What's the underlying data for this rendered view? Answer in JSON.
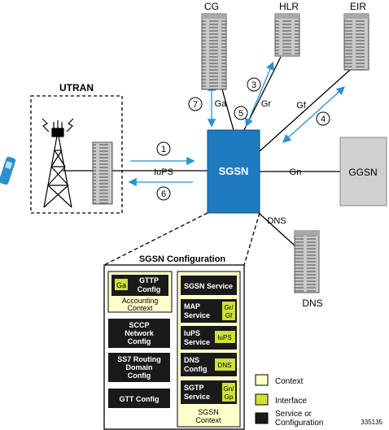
{
  "nodes": {
    "cg": "CG",
    "hlr": "HLR",
    "eir": "EIR",
    "utran": "UTRAN",
    "sgsn": "SGSN",
    "ggsn": "GGSN",
    "dns": "DNS"
  },
  "interfaces": {
    "ga": "Ga",
    "gr": "Gr",
    "gf": "Gf",
    "iups": "IuPS",
    "gn": "Gn",
    "dns": "DNS"
  },
  "steps": [
    "1",
    "3",
    "4",
    "5",
    "6",
    "7"
  ],
  "config": {
    "title": "SGSN Configuration",
    "accounting_tag": "Ga",
    "gttp_line1": "GTTP",
    "gttp_line2": "Config",
    "accounting_line1": "Accounting",
    "accounting_line2": "Context",
    "sccp_line1": "SCCP",
    "sccp_line2": "Network",
    "sccp_line3": "Config",
    "ss7_line1": "SS7 Routing",
    "ss7_line2": "Domain",
    "ss7_line3": "Config",
    "gtt": "GTT Config",
    "sgsn_service": "SGSN Service",
    "map_line1": "MAP",
    "map_line2": "Service",
    "map_tag1": "Gr/",
    "map_tag2": "Gf",
    "iups_line1": "IuPS",
    "iups_line2": "Service",
    "iups_tag": "IuPS",
    "dns_line1": "DNS",
    "dns_line2": "Config",
    "dns_tag": "DNS",
    "sgtp_line1": "SGTP",
    "sgtp_line2": "Service",
    "sgtp_tag1": "Gn/",
    "sgtp_tag2": "Gp",
    "ctx_line1": "SGSN",
    "ctx_line2": "Context"
  },
  "legend": {
    "context": "Context",
    "interface": "Interface",
    "service_line1": "Service or",
    "service_line2": "Configuration"
  },
  "figure_id": "335135",
  "colors": {
    "sgsn_fill": "#1f7bbf",
    "arrow": "#2b8fd0",
    "context_fill": "#ffffcc",
    "interface_fill": "#cfe03a",
    "service_fill": "#1a1a1a",
    "server_fill": "#c8c8c8",
    "ggsn_fill": "#d0d0d0"
  }
}
